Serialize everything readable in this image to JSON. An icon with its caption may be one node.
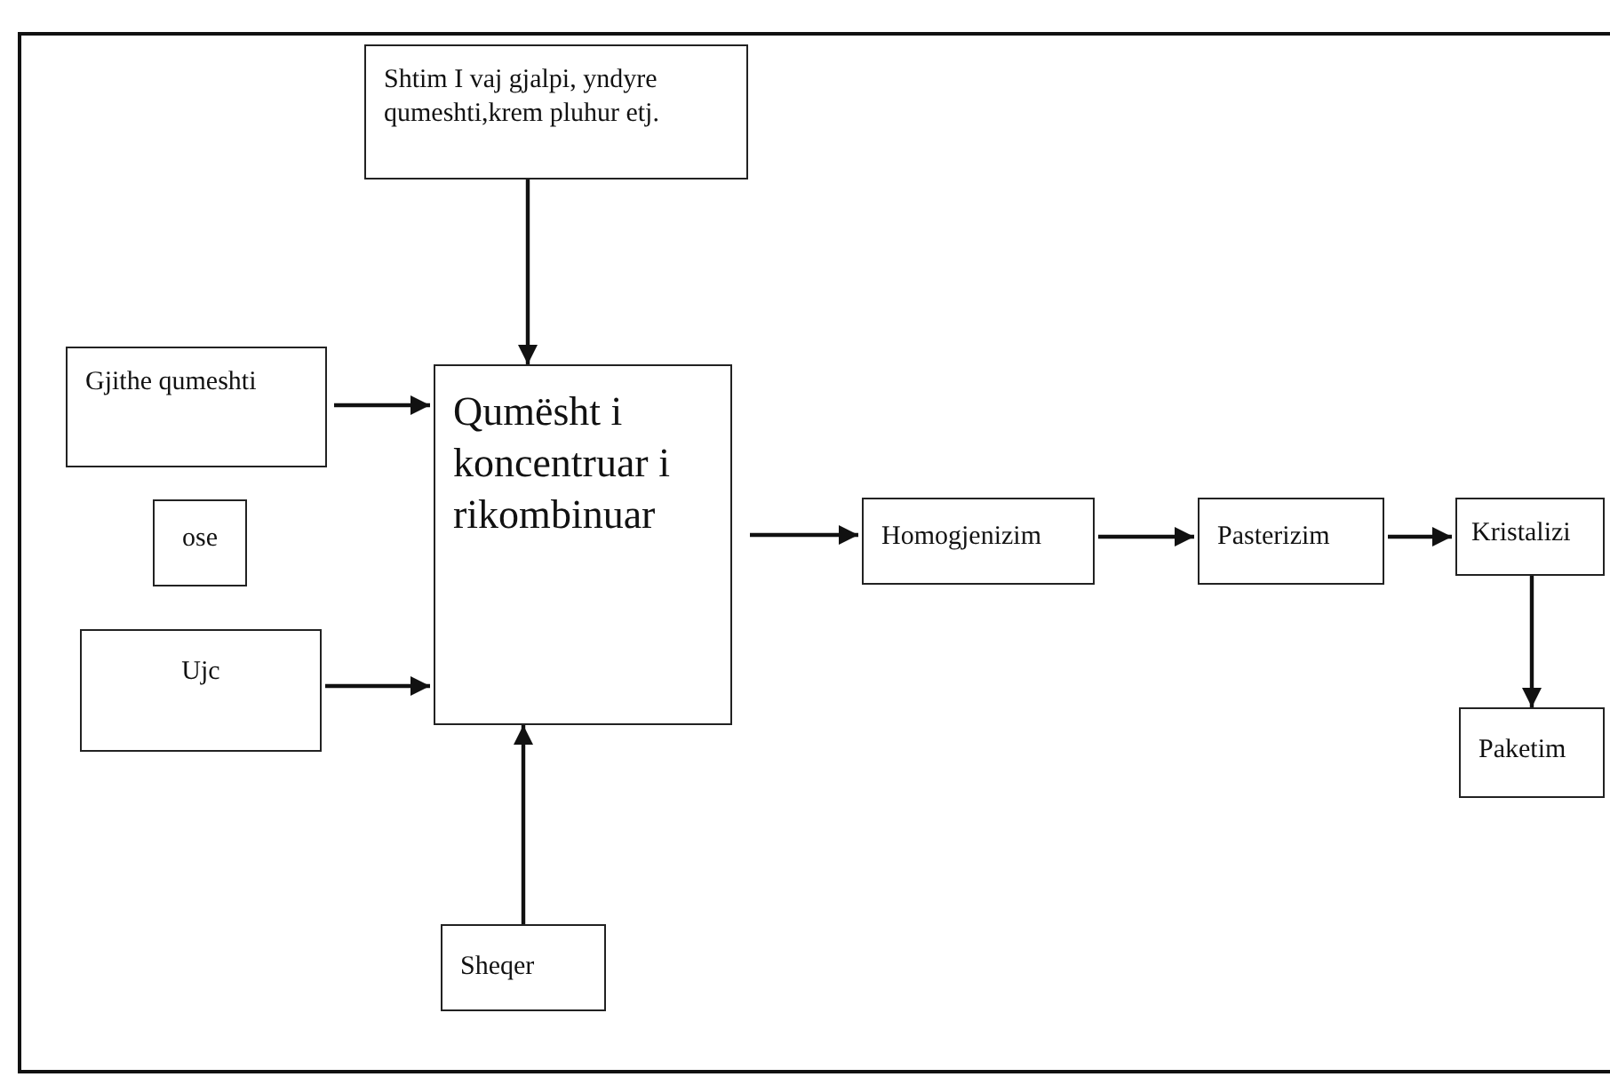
{
  "diagram": {
    "nodes": [
      {
        "text": [
          "Shtim I vaj gjalpi, yndyre qumeshti,krem pluhur etj."
        ]
      },
      {
        "text": [
          "Gjithe  qumeshti"
        ]
      },
      {
        "text": [
          "ose"
        ]
      },
      {
        "text": [
          "Ujc"
        ]
      },
      {
        "text": [
          "Qumësht i koncentruar i rikombinuar"
        ]
      },
      {
        "text": [
          "Homogjenizim"
        ]
      },
      {
        "text": [
          "Pasterizim"
        ]
      },
      {
        "text": [
          "Kristalizi"
        ]
      },
      {
        "text": [
          "Paketim"
        ]
      },
      {
        "text": [
          "Sheqer"
        ]
      }
    ],
    "edges": [
      {
        "from": 0,
        "to": 4,
        "arrow": "to"
      },
      {
        "from": 1,
        "to": 4,
        "arrow": "to"
      },
      {
        "from": 3,
        "to": 4,
        "arrow": "to"
      },
      {
        "from": 9,
        "to": 4,
        "arrow": "to"
      },
      {
        "from": 4,
        "to": 5,
        "arrow": "to"
      },
      {
        "from": 5,
        "to": 6,
        "arrow": "to"
      },
      {
        "from": 6,
        "to": 7,
        "arrow": "to"
      },
      {
        "from": 7,
        "to": 8,
        "arrow": "to"
      }
    ]
  }
}
